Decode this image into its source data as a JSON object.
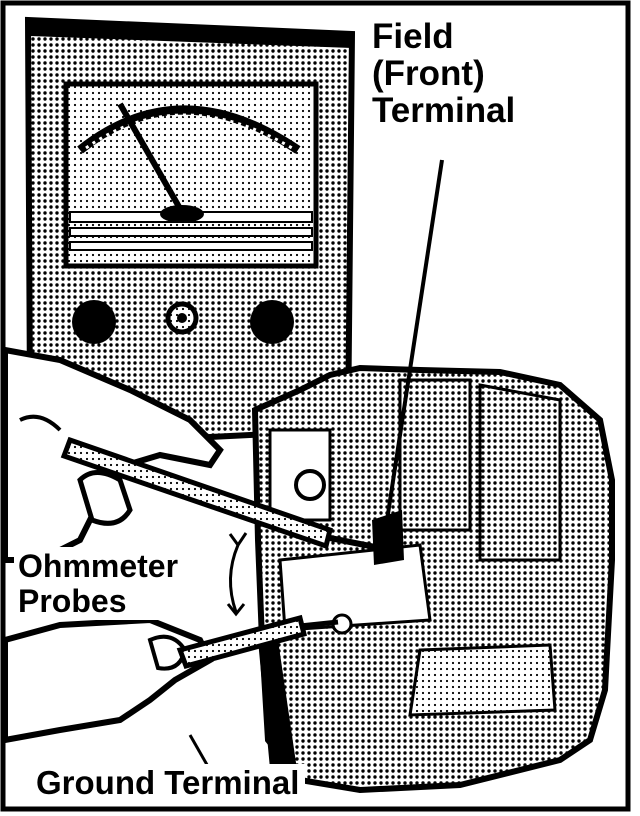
{
  "labels": {
    "field_terminal": [
      "Field",
      "(Front)",
      "Terminal"
    ],
    "ohmmeter_probes": [
      "Ohmmeter",
      "Probes"
    ],
    "ground_terminal": "Ground Terminal"
  },
  "colors": {
    "ink": "#000000",
    "paper": "#ffffff",
    "halftone": "#000000"
  },
  "icons": [
    "ohmmeter-gauge-icon",
    "meter-needle-icon",
    "knob-icon",
    "hand-icon",
    "probe-icon",
    "alternator-housing-icon"
  ]
}
